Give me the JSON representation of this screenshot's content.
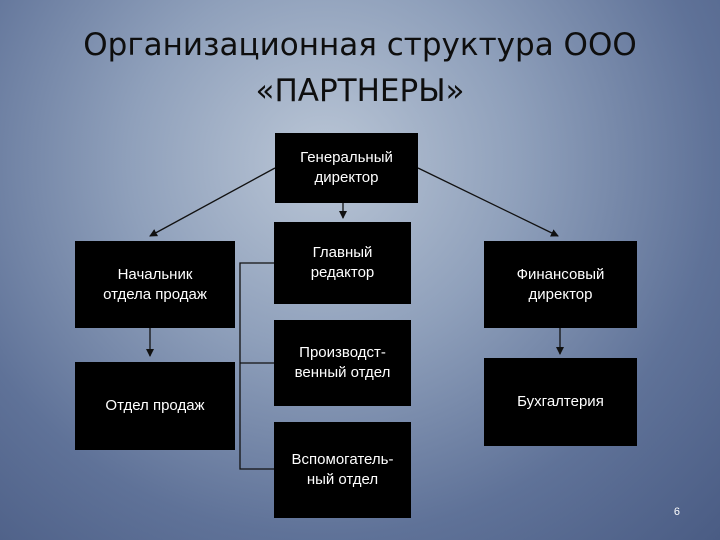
{
  "title": {
    "line1": "Организационная структура ООО",
    "line2": "«ПАРТНЕРЫ»"
  },
  "nodes": {
    "gen_director": "Генеральный\nдиректор",
    "head_sales": "Начальник\nотдела продаж",
    "chief_editor": "Главный\nредактор",
    "fin_director": "Финансовый\nдиректор",
    "production": "Производст-\nвенный отдел",
    "sales_dept": "Отдел продаж",
    "accounting": "Бухгалтерия",
    "auxiliary": "Вспомогатель-\nный отдел"
  },
  "page_number": "6"
}
